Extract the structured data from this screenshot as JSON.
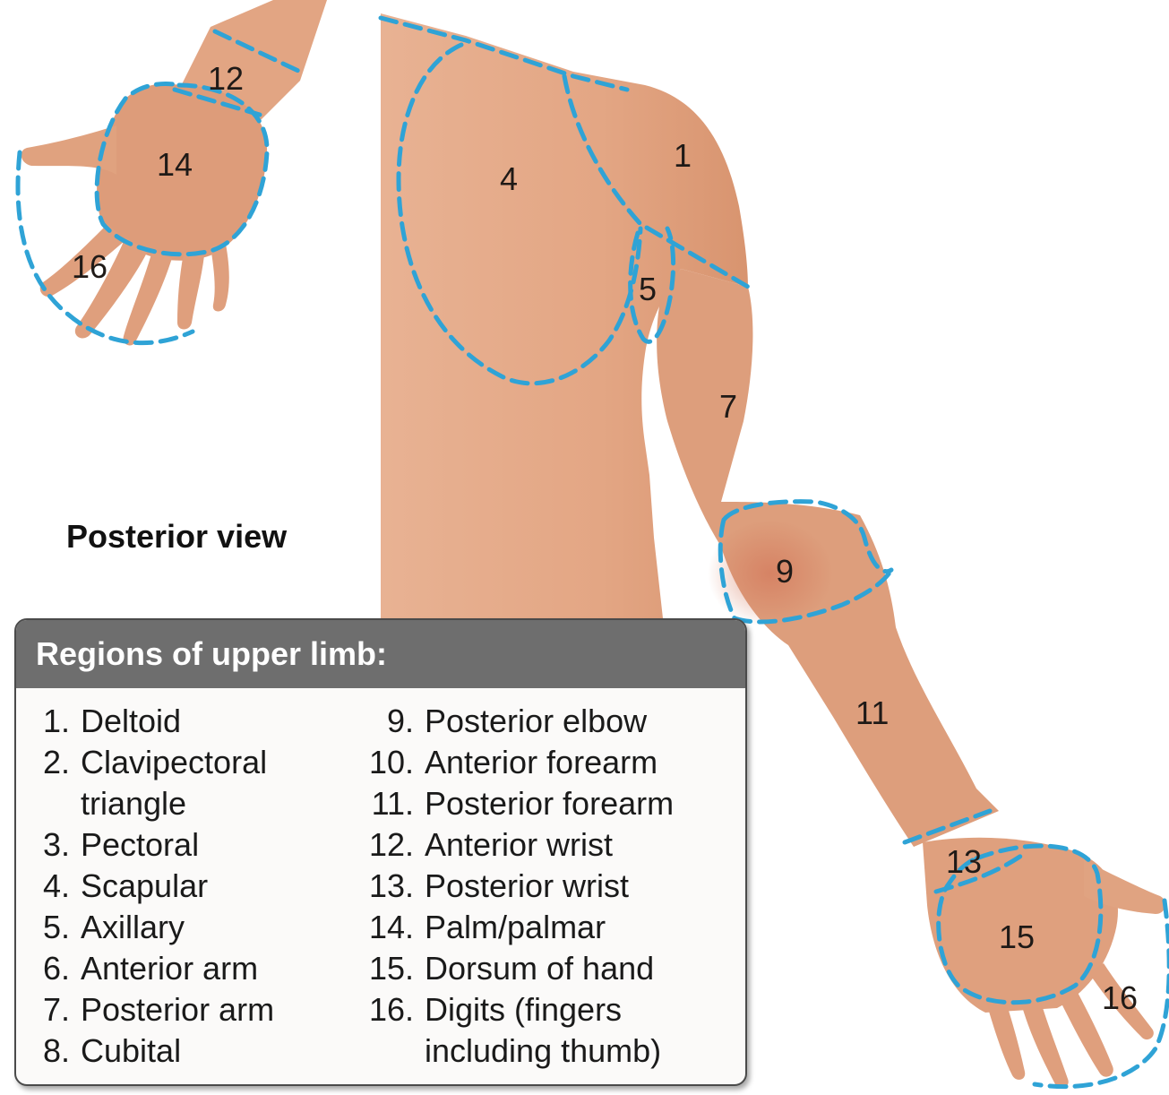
{
  "figure": {
    "view_label": "Posterior view",
    "region_numbers": {
      "hand_top_12": "12",
      "hand_top_14": "14",
      "hand_top_16": "16",
      "deltoid_1": "1",
      "scapular_4": "4",
      "axillary_5": "5",
      "posterior_arm_7": "7",
      "posterior_elbow_9": "9",
      "posterior_forearm_11": "11",
      "posterior_wrist_13": "13",
      "dorsum_15": "15",
      "digits_16": "16"
    }
  },
  "legend": {
    "title": "Regions of upper limb:",
    "items": [
      {
        "num": "1.",
        "text": "Deltoid"
      },
      {
        "num": "2.",
        "text": "Clavipectoral\ntriangle"
      },
      {
        "num": "3.",
        "text": "Pectoral"
      },
      {
        "num": "4.",
        "text": "Scapular"
      },
      {
        "num": "5.",
        "text": "Axillary"
      },
      {
        "num": "6.",
        "text": "Anterior arm"
      },
      {
        "num": "7.",
        "text": "Posterior arm"
      },
      {
        "num": "8.",
        "text": "Cubital"
      },
      {
        "num": "9.",
        "text": "Posterior elbow"
      },
      {
        "num": "10.",
        "text": "Anterior forearm"
      },
      {
        "num": "11.",
        "text": "Posterior forearm"
      },
      {
        "num": "12.",
        "text": "Anterior wrist"
      },
      {
        "num": "13.",
        "text": "Posterior wrist"
      },
      {
        "num": "14.",
        "text": "Palm/palmar"
      },
      {
        "num": "15.",
        "text": "Dorsum of hand"
      },
      {
        "num": "16.",
        "text": "Digits (fingers\nincluding thumb)"
      }
    ]
  },
  "colors": {
    "skin": "#e0a27e",
    "skin_shade": "#c98764",
    "dash_line": "#2fa3d6",
    "legend_header": "#6e6e6e"
  }
}
